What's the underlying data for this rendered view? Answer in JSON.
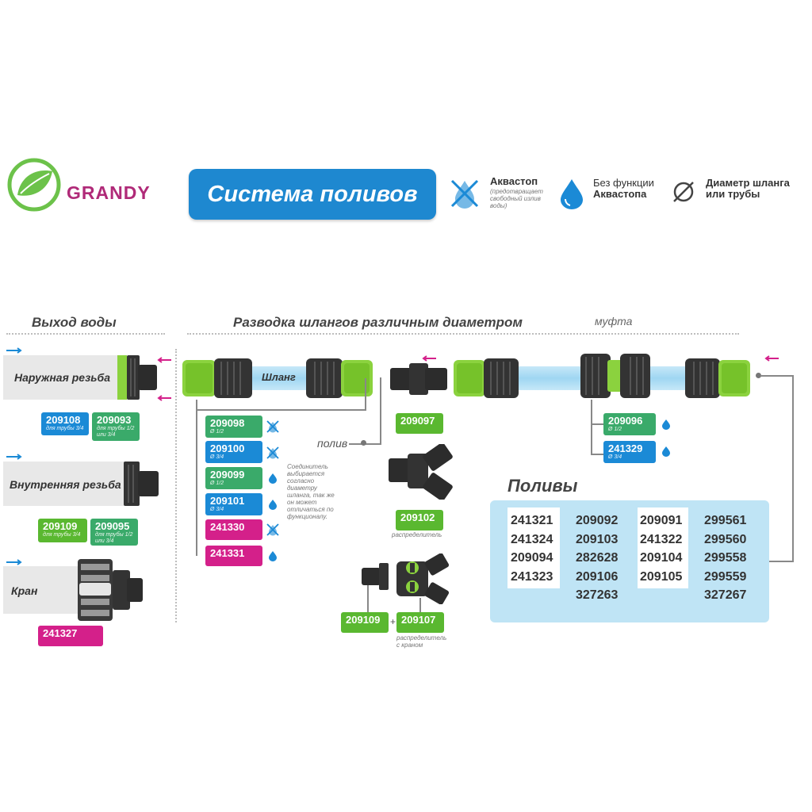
{
  "brand": {
    "name": "GRANDY",
    "color": "#b02a78",
    "leaf_color": "#6cc24a"
  },
  "title": "Система поливов",
  "legend": {
    "aquastop": {
      "title": "Аквастоп",
      "desc": "(предотвращает свободный излив воды)"
    },
    "no_aquastop": {
      "title_line1": "Без функции",
      "title_line2": "Аквастопа"
    },
    "diameter": {
      "title_line1": "Диаметр шланга",
      "title_line2": "или трубы"
    }
  },
  "sections": {
    "water_outlet": "Выход воды",
    "hose_routing": "Разводка шлангов различным диаметром",
    "coupling": "муфта"
  },
  "water_outlets": [
    {
      "label": "Наружная резьба",
      "codes": [
        {
          "code": "209108",
          "sub": "для трубы 3/4",
          "color": "blue"
        },
        {
          "code": "209093",
          "sub": "для трубы 1/2 или 3/4",
          "color": "green"
        }
      ]
    },
    {
      "label": "Внутренняя резьба",
      "codes": [
        {
          "code": "209109",
          "sub": "для трубы 3/4",
          "color": "lgreen"
        },
        {
          "code": "209095",
          "sub": "для трубы 1/2 или 3/4",
          "color": "green"
        }
      ]
    },
    {
      "label": "Кран",
      "codes": [
        {
          "code": "241327",
          "sub": "",
          "color": "magenta"
        }
      ]
    }
  ],
  "hose_label": "Шланг",
  "connectors": [
    {
      "code": "209098",
      "sub": "Ø 1/2",
      "color": "green",
      "icon": "aquastop"
    },
    {
      "code": "209100",
      "sub": "Ø 3/4",
      "color": "blue",
      "icon": "aquastop"
    },
    {
      "code": "209099",
      "sub": "Ø 1/2",
      "color": "green",
      "icon": "drop"
    },
    {
      "code": "209101",
      "sub": "Ø 3/4",
      "color": "blue",
      "icon": "drop"
    },
    {
      "code": "241330",
      "sub": "",
      "color": "magenta",
      "icon": "aquastop"
    },
    {
      "code": "241331",
      "sub": "",
      "color": "magenta",
      "icon": "drop"
    }
  ],
  "connector_note": "Соединитель выбирается согласно диаметру шланга, так же он может отличаться по функционалу.",
  "poliv_label": "полив",
  "middle_parts": {
    "connector": {
      "code": "209097"
    },
    "distributor": {
      "code": "209102",
      "caption": "распределитель"
    },
    "tap_distributor": {
      "code_left": "209109",
      "code_right": "209107",
      "plus": "+",
      "caption_line1": "распределитель",
      "caption_line2": "с краном"
    }
  },
  "coupling_codes": [
    {
      "code": "209096",
      "sub": "Ø 1/2",
      "color": "green"
    },
    {
      "code": "241329",
      "sub": "Ø 3/4",
      "color": "blue"
    }
  ],
  "polivy": {
    "title": "Поливы",
    "columns": [
      [
        "241321",
        "241324",
        "209094",
        "241323"
      ],
      [
        "209092",
        "209103",
        "282628",
        "209106",
        "327263"
      ],
      [
        "209091",
        "241322",
        "209104",
        "209105"
      ],
      [
        "299561",
        "299560",
        "299558",
        "299559",
        "327267"
      ]
    ]
  },
  "colors": {
    "blue": "#1b8ad6",
    "green": "#3aaa6a",
    "lgreen": "#5ab830",
    "magenta": "#d4208a",
    "arrow_blue": "#1b8ad6",
    "arrow_magenta": "#d4208a",
    "fitting_green": "#8bd23e",
    "fitting_dark": "#333333"
  }
}
